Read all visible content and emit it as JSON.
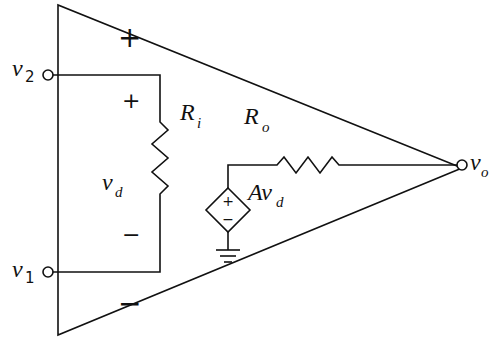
{
  "diagram": {
    "nodes": [
      {
        "text": [
          "+",
          "−"
        ]
      }
    ],
    "labels": [
      "+",
      "v",
      "2",
      "+",
      "R",
      "i",
      "v",
      "d",
      "−",
      "v",
      "1",
      "−",
      "R",
      "o",
      "Av",
      "d",
      "v",
      "o"
    ]
  }
}
